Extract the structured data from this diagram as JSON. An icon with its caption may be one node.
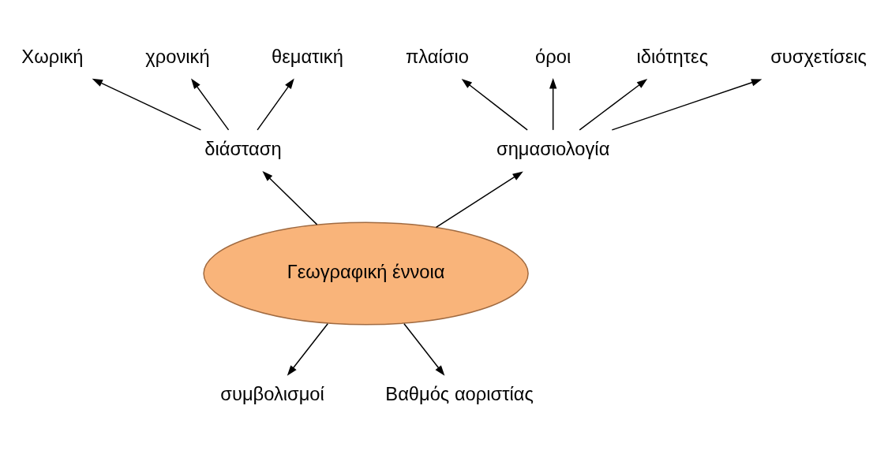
{
  "diagram": {
    "nodes": [
      {
        "text": [
          "Χωρική"
        ]
      },
      {
        "text": [
          "χρονική"
        ]
      },
      {
        "text": [
          "θεματική"
        ]
      },
      {
        "text": [
          "πλαίσιο"
        ]
      },
      {
        "text": [
          "όροι"
        ]
      },
      {
        "text": [
          "ιδιότητες"
        ]
      },
      {
        "text": [
          "συσχετίσεις"
        ]
      },
      {
        "text": [
          "διάσταση"
        ]
      },
      {
        "text": [
          "σημασιολογία"
        ]
      },
      {
        "text": [
          "Γεωγραφική έννοια"
        ]
      },
      {
        "text": [
          "συμβολισμοί"
        ]
      },
      {
        "text": [
          "Βαθμός αοριστίας"
        ]
      }
    ],
    "edges": [
      {
        "from": 9,
        "to": 7,
        "arrow": "to"
      },
      {
        "from": 9,
        "to": 8,
        "arrow": "to"
      },
      {
        "from": 9,
        "to": 10,
        "arrow": "to"
      },
      {
        "from": 9,
        "to": 11,
        "arrow": "to"
      },
      {
        "from": 7,
        "to": 0,
        "arrow": "to"
      },
      {
        "from": 7,
        "to": 1,
        "arrow": "to"
      },
      {
        "from": 7,
        "to": 2,
        "arrow": "to"
      },
      {
        "from": 8,
        "to": 3,
        "arrow": "to"
      },
      {
        "from": 8,
        "to": 4,
        "arrow": "to"
      },
      {
        "from": 8,
        "to": 5,
        "arrow": "to"
      },
      {
        "from": 8,
        "to": 6,
        "arrow": "to"
      }
    ]
  }
}
